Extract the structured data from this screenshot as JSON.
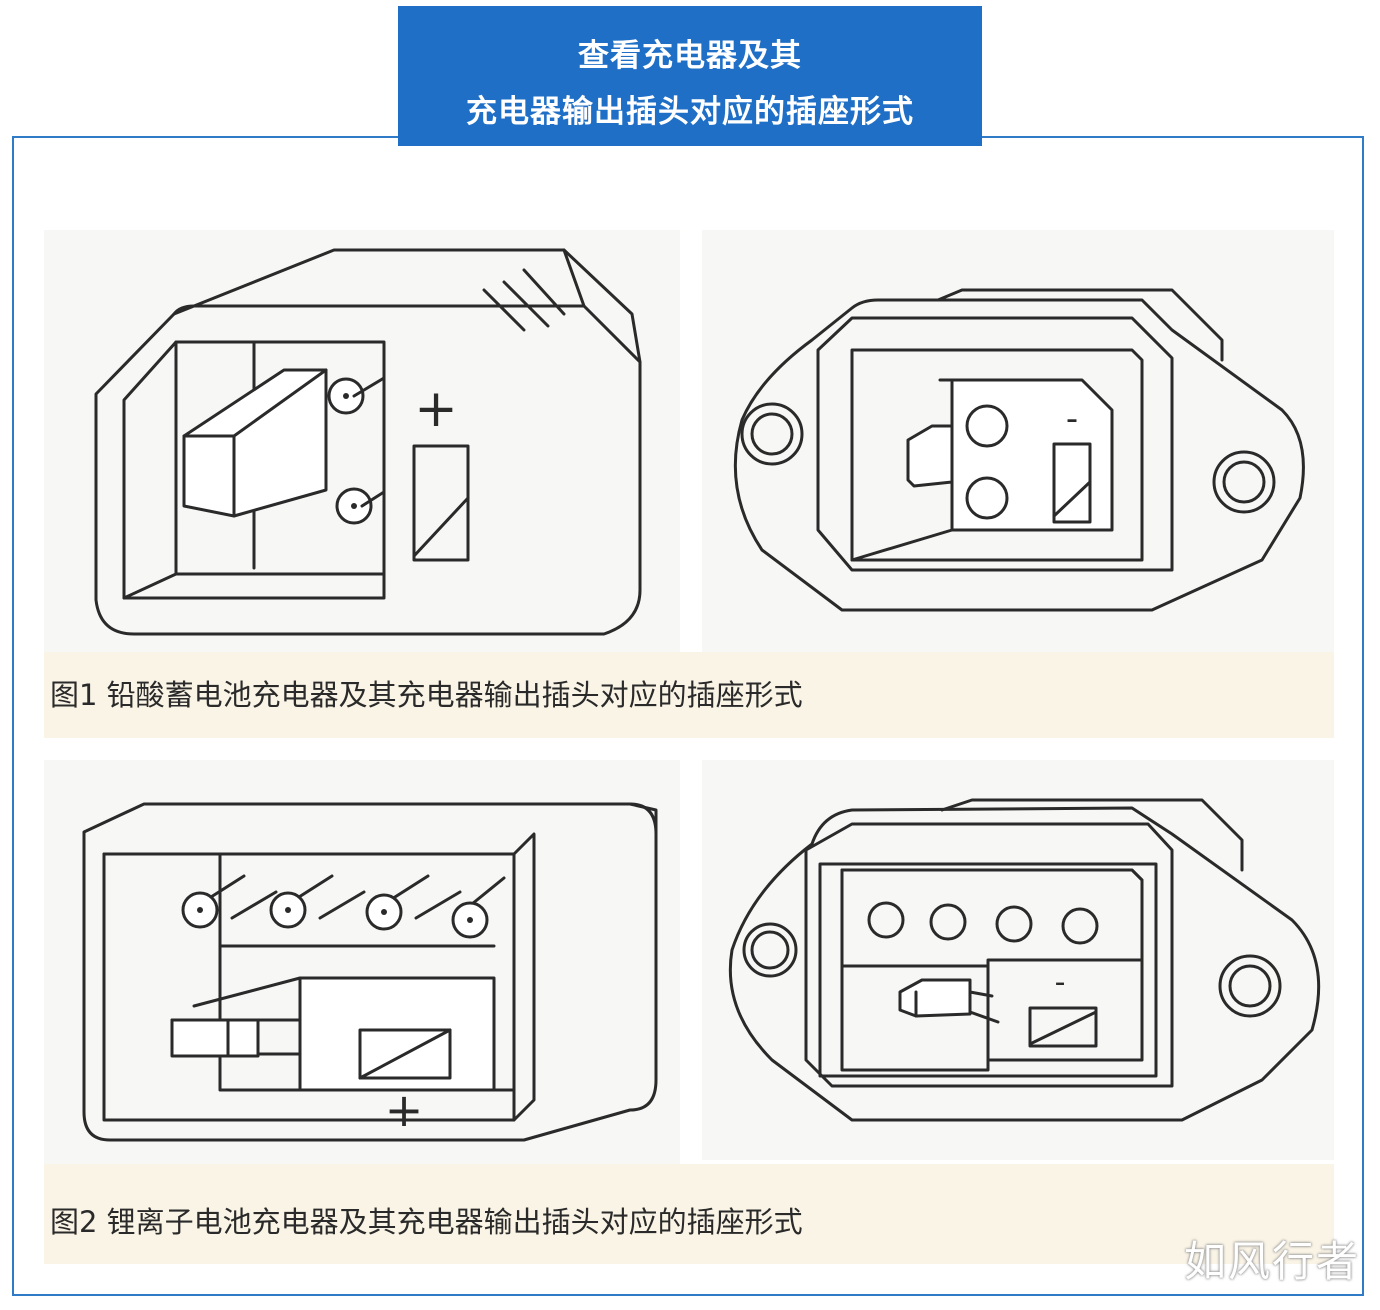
{
  "header": {
    "line1": "查看充电器及其",
    "line2": "充电器输出插头对应的插座形式"
  },
  "figures": [
    {
      "caption": "图1  铅酸蓄电池充电器及其充电器输出插头对应的插座形式",
      "left_symbol": "+",
      "right_symbol": "-"
    },
    {
      "caption": "图2  锂离子电池充电器及其充电器输出插头对应的插座形式",
      "left_symbol": "+",
      "right_symbol": "-"
    }
  ],
  "watermark": "如风行者",
  "colors": {
    "header_bg": "#1f6fc6",
    "frame_border": "#2f7bc8",
    "caption_bg": "#faf4e6"
  }
}
